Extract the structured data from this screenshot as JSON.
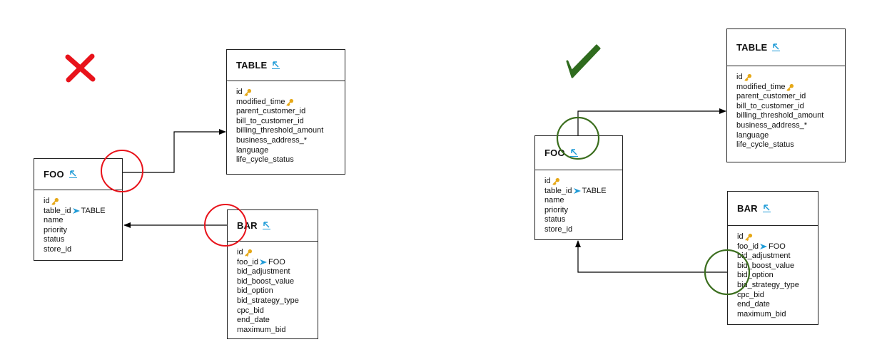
{
  "markers": {
    "wrong": {
      "icon": "cross-icon",
      "color": "#e8131b"
    },
    "right": {
      "icon": "checkmark-icon",
      "color": "#2f6b1e"
    }
  },
  "colors": {
    "link": "#1e9bd7",
    "key": "#e6a817",
    "wrong_circle": "#e8131b",
    "right_circle": "#3b6e1e"
  },
  "left": {
    "table": {
      "name": "TABLE",
      "fields": [
        {
          "name": "id",
          "key": true
        },
        {
          "name": "modified_time",
          "key": true
        },
        {
          "name": "parent_customer_id"
        },
        {
          "name": "bill_to_customer_id"
        },
        {
          "name": "billing_threshold_amount"
        },
        {
          "name": "business_address_*"
        },
        {
          "name": "language"
        },
        {
          "name": "life_cycle_status"
        }
      ]
    },
    "foo": {
      "name": "FOO",
      "fields": [
        {
          "name": "id",
          "key": true
        },
        {
          "name": "table_id",
          "ref": "TABLE"
        },
        {
          "name": "name"
        },
        {
          "name": "priority"
        },
        {
          "name": "status"
        },
        {
          "name": "store_id"
        }
      ]
    },
    "bar": {
      "name": "BAR",
      "fields": [
        {
          "name": "id",
          "key": true
        },
        {
          "name": "foo_id",
          "ref": "FOO"
        },
        {
          "name": "bid_adjustment"
        },
        {
          "name": "bid_boost_value"
        },
        {
          "name": "bid_option"
        },
        {
          "name": "bid_strategy_type"
        },
        {
          "name": "cpc_bid"
        },
        {
          "name": "end_date"
        },
        {
          "name": "maximum_bid"
        }
      ]
    }
  },
  "right": {
    "table": {
      "name": "TABLE",
      "fields": [
        {
          "name": "id",
          "key": true
        },
        {
          "name": "modified_time",
          "key": true
        },
        {
          "name": "parent_customer_id"
        },
        {
          "name": "bill_to_customer_id"
        },
        {
          "name": "billing_threshold_amount"
        },
        {
          "name": "business_address_*"
        },
        {
          "name": "language"
        },
        {
          "name": "life_cycle_status"
        }
      ]
    },
    "foo": {
      "name": "FOO",
      "fields": [
        {
          "name": "id",
          "key": true
        },
        {
          "name": "table_id",
          "ref": "TABLE"
        },
        {
          "name": "name"
        },
        {
          "name": "priority"
        },
        {
          "name": "status"
        },
        {
          "name": "store_id"
        }
      ]
    },
    "bar": {
      "name": "BAR",
      "fields": [
        {
          "name": "id",
          "key": true
        },
        {
          "name": "foo_id",
          "ref": "FOO"
        },
        {
          "name": "bid_adjustment"
        },
        {
          "name": "bid_boost_value"
        },
        {
          "name": "bid_option"
        },
        {
          "name": "bid_strategy_type"
        },
        {
          "name": "cpc_bid"
        },
        {
          "name": "end_date"
        },
        {
          "name": "maximum_bid"
        }
      ]
    }
  }
}
